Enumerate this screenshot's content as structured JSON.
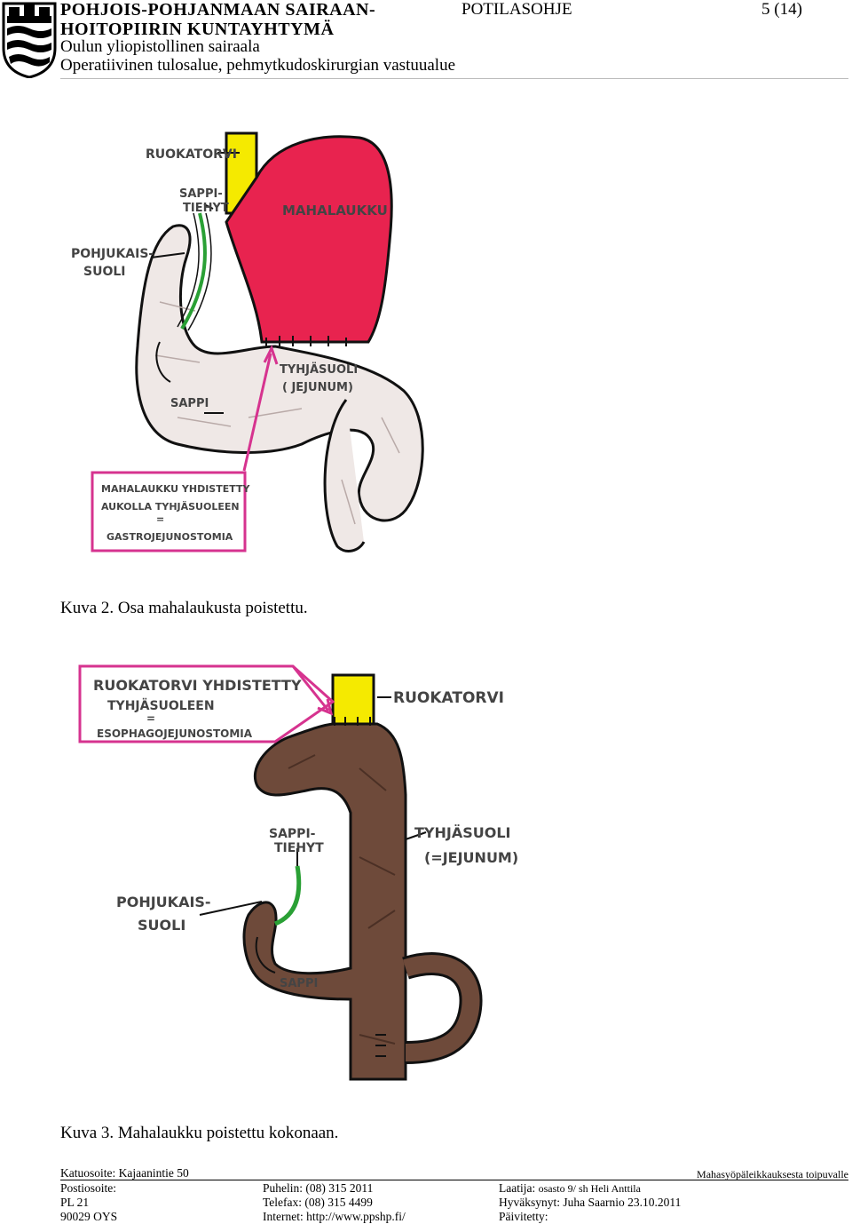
{
  "header": {
    "org_line1": "POHJOIS-POHJANMAAN SAIRAAN-",
    "org_line2": "HOITOPIIRIN KUNTAYHTYMÄ",
    "hospital": "Oulun yliopistollinen sairaala",
    "unit": "Operatiivinen tulosalue, pehmytkudoskirurgian vastuualue",
    "doc_type": "POTILASOHJE",
    "page": "5 (14)"
  },
  "figure2": {
    "labels": {
      "esophagus": "RUOKATORVI",
      "bile_duct_1": "SAPPI-",
      "bile_duct_2": "TIEHYT",
      "stomach": "MAHALAUKKU",
      "duodenum_1": "POHJUKAIS-",
      "duodenum_2": "SUOLI",
      "jejunum_1": "TYHJÄSUOLI",
      "jejunum_2": "( JEJUNUM)",
      "bile": "SAPPI",
      "box_line1": "MAHALAUKKU YHDISTETTY",
      "box_line2": "AUKOLLA TYHJÄSUOLEEN",
      "box_line3": "=",
      "box_line4": "GASTROJEJUNOSTOMIA"
    },
    "caption": "Kuva 2. Osa mahalaukusta poistettu."
  },
  "figure3": {
    "labels": {
      "box_line1": "RUOKATORVI YHDISTETTY",
      "box_line2": "TYHJÄSUOLEEN",
      "box_line3": "=",
      "box_line4": "ESOPHAGOJEJUNOSTOMIA",
      "esophagus": "RUOKATORVI",
      "bile_duct_1": "SAPPI-",
      "bile_duct_2": "TIEHYT",
      "jejunum_1": "TYHJÄSUOLI",
      "jejunum_2": "(=JEJUNUM)",
      "duodenum_1": "POHJUKAIS-",
      "duodenum_2": "SUOLI",
      "bile": "SAPPI"
    },
    "caption": "Kuva 3. Mahalaukku poistettu kokonaan."
  },
  "footer": {
    "address_label": "Katuosoite: Kajaanintie 50",
    "postal_label": "Postiosoite:",
    "po_box": "PL 21",
    "city": "90029 OYS",
    "phone": "Puhelin: (08)  315 2011",
    "fax": "Telefax: (08)  315 4499",
    "internet": "Internet: http://www.ppshp.fi/",
    "doc_name": "Mahasyöpäleikkauksesta toipuvalle",
    "author_label": "Laatija:",
    "author": "osasto 9/ sh Heli Anttila",
    "approved": "Hyväksynyt: Juha Saarnio 23.10.2011",
    "updated": "Päivitetty:"
  },
  "colors": {
    "stomach": "#e8234f",
    "esophagus": "#f5ea00",
    "bile_duct": "#2aa035",
    "intestine_fig2": "#ede6e4",
    "intestine_fig3": "#6e4a3a",
    "label_box": "#d6338f"
  }
}
